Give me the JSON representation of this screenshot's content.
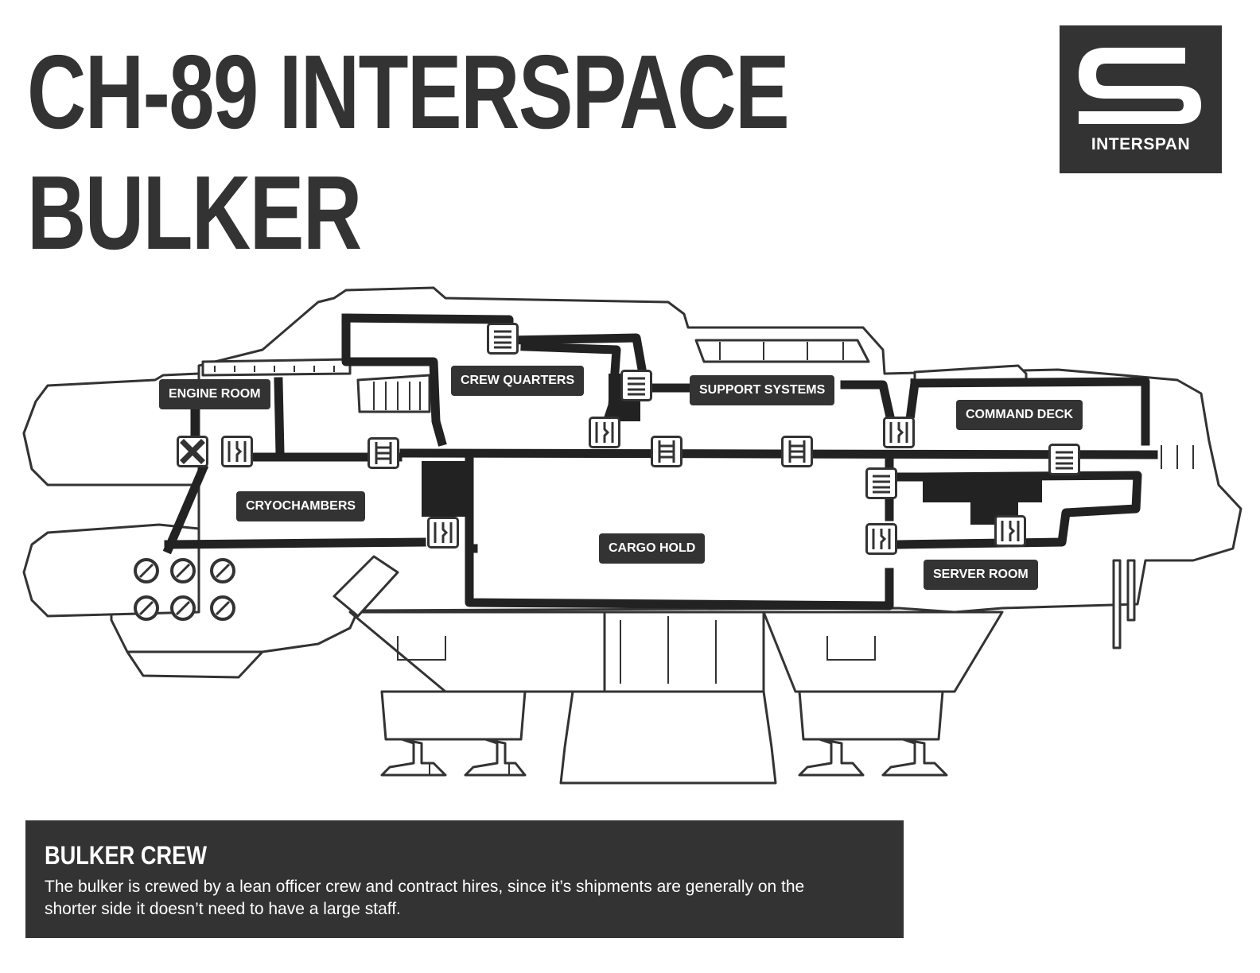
{
  "title": {
    "line1": "CH-89 INTERSPACE",
    "line2": "BULKER"
  },
  "logo": {
    "letter_icon": "s-logo-icon",
    "name": "INTERSPAN"
  },
  "rooms": [
    {
      "id": "engine-room",
      "label": "ENGINE ROOM"
    },
    {
      "id": "crew-quarters",
      "label": "CREW QUARTERS"
    },
    {
      "id": "support-systems",
      "label": "SUPPORT SYSTEMS"
    },
    {
      "id": "command-deck",
      "label": "COMMAND DECK"
    },
    {
      "id": "cryochambers",
      "label": "CRYOCHAMBERS"
    },
    {
      "id": "cargo-hold",
      "label": "CARGO HOLD"
    },
    {
      "id": "server-room",
      "label": "SERVER ROOM"
    }
  ],
  "map_icons": [
    {
      "type": "blocked-door-icon"
    },
    {
      "type": "door-icon"
    },
    {
      "type": "ladder-icon"
    },
    {
      "type": "vent-icon"
    }
  ],
  "crew": {
    "heading": "BULKER CREW",
    "body": "The bulker is crewed by a lean officer crew and contract hires, since it’s shipments are generally on the shorter side it doesn’t need to have a large staff."
  },
  "colors": {
    "dark": "#333333",
    "light": "#ffffff"
  }
}
